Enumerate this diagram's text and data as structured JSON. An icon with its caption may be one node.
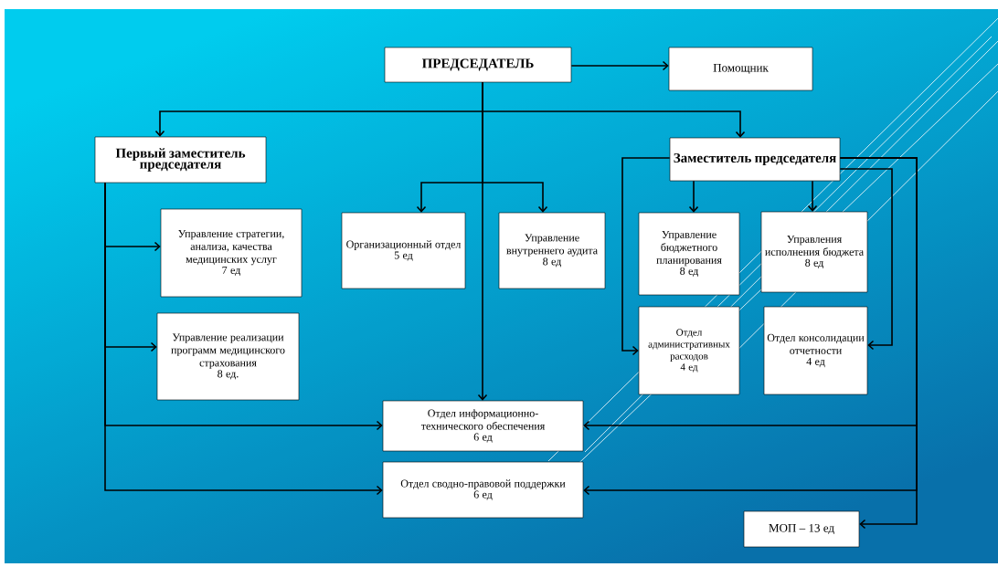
{
  "diagram": {
    "nodes": [
      {
        "text": [
          "ПРЕДСЕДАТЕЛЬ"
        ]
      },
      {
        "text": [
          "Помощник"
        ]
      },
      {
        "text": [
          "Первый заместитель председателя"
        ]
      },
      {
        "text": [
          "Заместитель председателя"
        ]
      },
      {
        "text": [
          "Управление стратегии, анализа, качества медицинских услуг",
          "7 ед"
        ]
      },
      {
        "text": [
          "Организационный отдел",
          "5 ед"
        ]
      },
      {
        "text": [
          "Управление внутреннего аудита",
          "8 ед"
        ]
      },
      {
        "text": [
          "Управление бюджетного планирования",
          "8 ед"
        ]
      },
      {
        "text": [
          "Управления исполнения бюджета",
          "8 ед"
        ]
      },
      {
        "text": [
          "Управление реализации программ медицинского страхования",
          "8 ед."
        ]
      },
      {
        "text": [
          "Отдел административных расходов",
          "4 ед"
        ]
      },
      {
        "text": [
          "Отдел консолидации отчетности",
          "4 ед"
        ]
      },
      {
        "text": [
          "Отдел информационно-технического обеспечения",
          "6 ед"
        ]
      },
      {
        "text": [
          "Отдел сводно-правовой поддержки",
          "6 ед"
        ]
      },
      {
        "text": [
          "МОП – 13 ед"
        ]
      }
    ],
    "edges": [
      {
        "from": 0,
        "to": 1,
        "arrow": "to"
      },
      {
        "from": 0,
        "to": 2,
        "arrow": "to"
      },
      {
        "from": 0,
        "to": 3,
        "arrow": "to"
      },
      {
        "from": 0,
        "to": 12,
        "arrow": "to"
      },
      {
        "from": 0,
        "to": 5,
        "arrow": "to"
      },
      {
        "from": 0,
        "to": 6,
        "arrow": "to"
      },
      {
        "from": 2,
        "to": 4,
        "arrow": "to"
      },
      {
        "from": 2,
        "to": 9,
        "arrow": "to"
      },
      {
        "from": 2,
        "to": 12,
        "arrow": "to"
      },
      {
        "from": 2,
        "to": 13,
        "arrow": "to"
      },
      {
        "from": 3,
        "to": 7,
        "arrow": "to"
      },
      {
        "from": 3,
        "to": 8,
        "arrow": "to"
      },
      {
        "from": 3,
        "to": 10,
        "arrow": "to"
      },
      {
        "from": 3,
        "to": 11,
        "arrow": "to"
      },
      {
        "from": 3,
        "to": 12,
        "arrow": "to"
      },
      {
        "from": 3,
        "to": 13,
        "arrow": "to"
      },
      {
        "from": 3,
        "to": 14,
        "arrow": "to"
      }
    ]
  }
}
